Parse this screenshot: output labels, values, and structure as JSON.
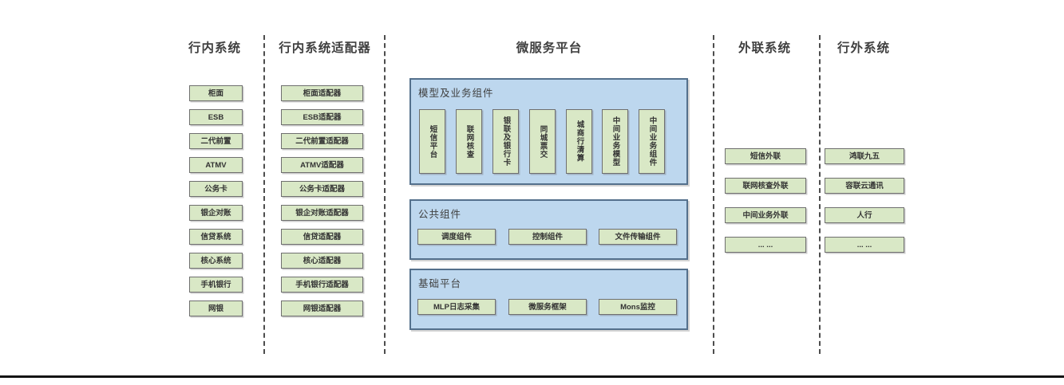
{
  "colors": {
    "green_box_fill": "#d9e8c6",
    "green_box_border": "#6f6f6f",
    "blue_panel_fill": "#bdd7ee",
    "blue_panel_border": "#54708c",
    "heading_text": "#404040",
    "separator": "#4d4d4d",
    "bottom_rule": "#141414"
  },
  "columns": [
    {
      "title": "行内系统",
      "items": [
        "柜面",
        "ESB",
        "二代前置",
        "ATMV",
        "公务卡",
        "银企对账",
        "信贷系统",
        "核心系统",
        "手机银行",
        "网银"
      ]
    },
    {
      "title": "行内系统适配器",
      "items": [
        "柜面适配器",
        "ESB适配器",
        "二代前置适配器",
        "ATMV适配器",
        "公务卡适配器",
        "银企对账适配器",
        "信贷适配器",
        "核心适配器",
        "手机银行适配器",
        "网银适配器"
      ]
    },
    {
      "title": "微服务平台",
      "groups": [
        {
          "label": "模型及业务组件",
          "items": [
            "短信平台",
            "联网核查",
            "银联及银行卡",
            "同城票交",
            "城商行清算",
            "中间业务模型",
            "中间业务组件"
          ]
        },
        {
          "label": "公共组件",
          "items": [
            "调度组件",
            "控制组件",
            "文件传输组件"
          ]
        },
        {
          "label": "基础平台",
          "items": [
            "MLP日志采集",
            "微服务框架",
            "Mons监控"
          ]
        }
      ]
    },
    {
      "title": "外联系统",
      "items": [
        "短信外联",
        "联网核查外联",
        "中间业务外联",
        "... ..."
      ]
    },
    {
      "title": "行外系统",
      "items": [
        "鸿联九五",
        "容联云通讯",
        "人行",
        "... ..."
      ]
    }
  ]
}
